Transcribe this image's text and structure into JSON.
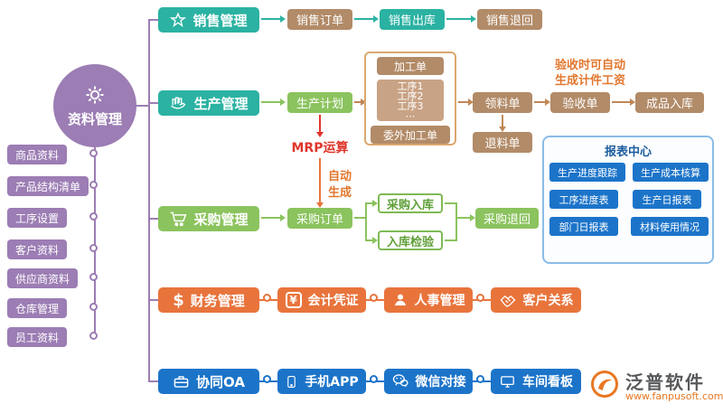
{
  "colors": {
    "purple": "#9C7DB4",
    "teal": "#2BB2A2",
    "brown": "#B28B68",
    "tan_inner": "#C9A385",
    "container_border": "#DBA76F",
    "green": "#8BC35E",
    "green_outline": "#7FB954",
    "orange": "#E8743C",
    "blue": "#1C74C9",
    "red": "#E0352B",
    "note_orange": "#E2772E",
    "report_border": "#8BBCE8",
    "report_title": "#1D5C9E",
    "logo_orange": "#E87722",
    "logo_gray": "#57595B"
  },
  "icons": {
    "dollar": "$",
    "yuan": "¥"
  },
  "root": {
    "label": "资料管理"
  },
  "left_items": [
    {
      "label": "商品资料"
    },
    {
      "label": "产品结构清单"
    },
    {
      "label": "工序设置"
    },
    {
      "label": "客户资料"
    },
    {
      "label": "供应商资料"
    },
    {
      "label": "仓库管理"
    },
    {
      "label": "员工资料"
    }
  ],
  "sales": {
    "module": "销售管理",
    "order": "销售订单",
    "outbound": "销售出库",
    "return": "销售退回"
  },
  "production": {
    "module": "生产管理",
    "plan": "生产计划",
    "work_order": "加工单",
    "process_steps": [
      "工序1",
      "工序2",
      "工序3",
      "⋯"
    ],
    "outsourced_order": "委外加工单",
    "material_request": "领料单",
    "material_return": "退料单",
    "acceptance": "验收单",
    "acceptance_note": [
      "验收时可自动",
      "生成计件工资"
    ],
    "finished_inbound": "成品入库",
    "mrp": "MRP运算",
    "auto_generate": [
      "自动",
      "生成"
    ]
  },
  "purchase": {
    "module": "采购管理",
    "order": "采购订单",
    "inbound": "采购入库",
    "inspection": "入库检验",
    "return": "采购退回"
  },
  "report_center": {
    "title": "报表中心",
    "items": [
      "生产进度跟踪",
      "生产成本核算",
      "工序进度表",
      "生产日报表",
      "部门日报表",
      "材料使用情况"
    ]
  },
  "finance": {
    "module": "财务管理",
    "voucher": "会计凭证",
    "hr": "人事管理",
    "crm": "客户关系"
  },
  "oa": {
    "module": "协同OA",
    "app": "手机APP",
    "wechat": "微信对接",
    "kanban": "车间看板"
  },
  "logo": {
    "name": "泛普软件",
    "url": "www.fanpusoft.com"
  }
}
